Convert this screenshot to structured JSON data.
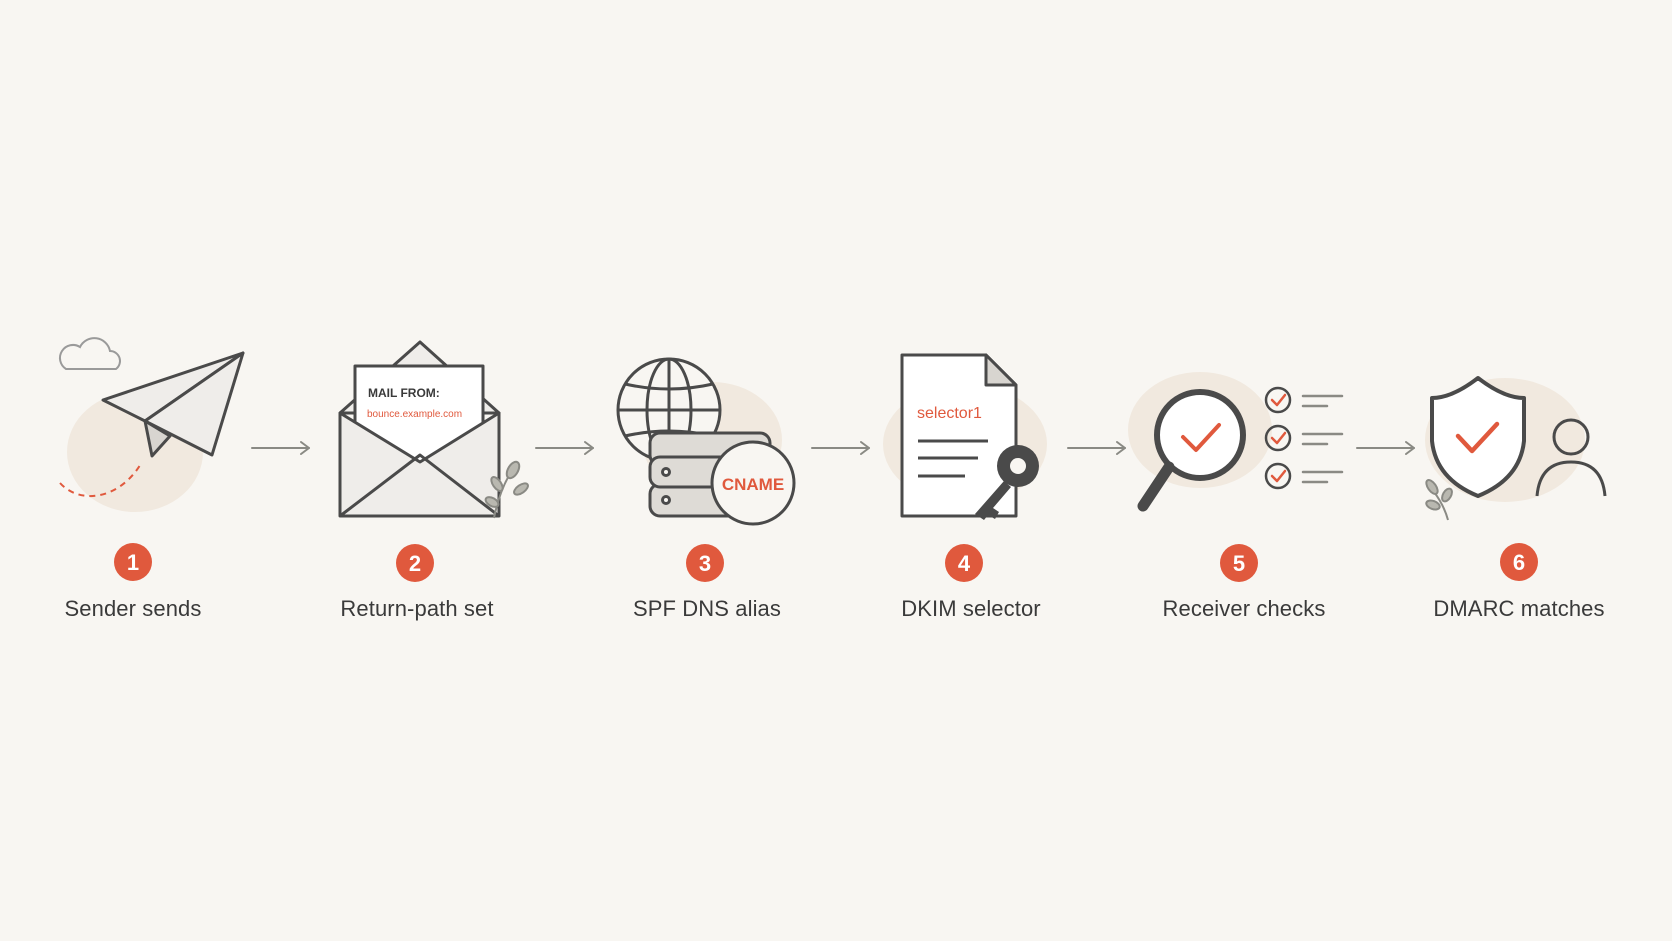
{
  "steps": [
    {
      "number": "1",
      "label": "Sender sends",
      "icon": "paper-plane-icon"
    },
    {
      "number": "2",
      "label": "Return-path set",
      "icon": "envelope-icon",
      "note_title": "MAIL FROM:",
      "note_value": "bounce.example.com"
    },
    {
      "number": "3",
      "label": "SPF DNS alias",
      "icon": "globe-server-icon",
      "badge_text": "CNAME"
    },
    {
      "number": "4",
      "label": "DKIM selector",
      "icon": "document-key-icon",
      "doc_text": "selector1"
    },
    {
      "number": "5",
      "label": "Receiver checks",
      "icon": "magnifier-checklist-icon"
    },
    {
      "number": "6",
      "label": "DMARC matches",
      "icon": "shield-user-icon"
    }
  ],
  "colors": {
    "background": "#f8f6f2",
    "accent": "#e0593d",
    "stroke": "#4a4a4a",
    "blob": "#f1e9df",
    "fill": "#efedea"
  }
}
